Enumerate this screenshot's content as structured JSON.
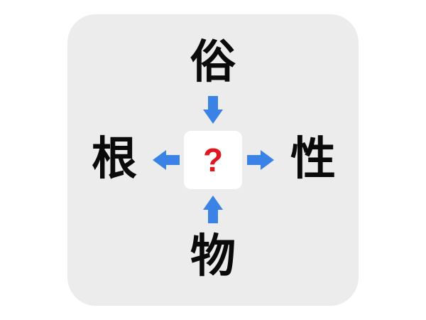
{
  "puzzle": {
    "type": "kanji-crossword",
    "center": {
      "symbol": "?",
      "symbol_color": "#e0151f",
      "box_color": "#ffffff"
    },
    "clues": {
      "top": "俗",
      "left": "根",
      "right": "性",
      "bottom": "物"
    },
    "arrows": {
      "color": "#3b82e6",
      "top": "arrow-down-icon",
      "left": "arrow-left-icon",
      "right": "arrow-right-icon",
      "bottom": "arrow-up-icon"
    },
    "colors": {
      "background": "#ffffff",
      "panel": "#ececec",
      "kanji": "#0a0a0a"
    }
  }
}
